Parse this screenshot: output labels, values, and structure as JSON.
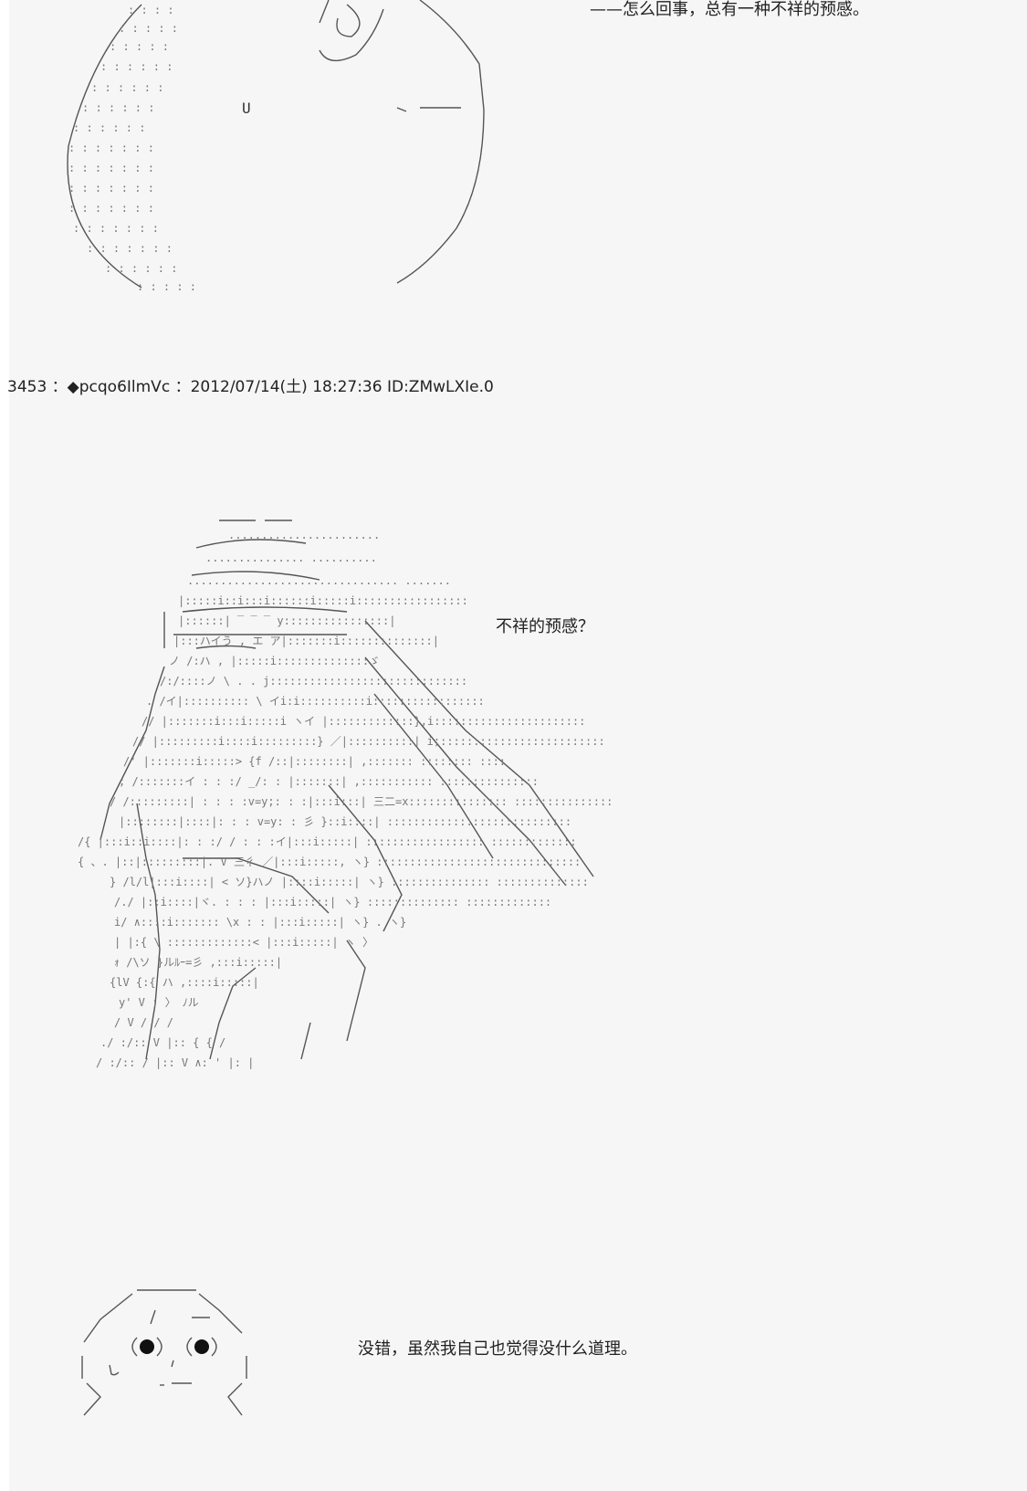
{
  "top_caption": "——怎么回事，总有一种不祥的预感。",
  "post_header": "3453 ：◆pcqo6IlmVc ：2012/07/14(土) 18:27:36 ID:ZMwLXIe.0",
  "middle_caption": "不祥的预感？",
  "bottom_caption": "没错，虽然我自己也觉得没什么道理。"
}
